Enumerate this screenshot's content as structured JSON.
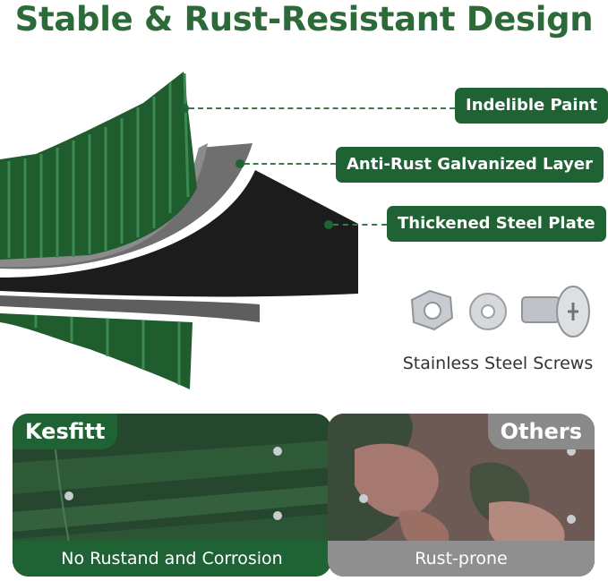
{
  "title": "Stable & Rust-Resistant Design",
  "layers": [
    {
      "label": "Indelible Paint"
    },
    {
      "label": "Anti-Rust Galvanized Layer"
    },
    {
      "label": "Thickened Steel Plate"
    }
  ],
  "screws": {
    "label": "Stainless Steel Screws"
  },
  "comparison": {
    "left": {
      "brand": "Kesfitt",
      "caption": "No Rustand and Corrosion"
    },
    "right": {
      "brand": "Others",
      "caption": "Rust-prone"
    }
  },
  "colors": {
    "brand_green": "#1f6233",
    "title_green": "#2d6a3a",
    "gray": "#8f8f8f"
  }
}
